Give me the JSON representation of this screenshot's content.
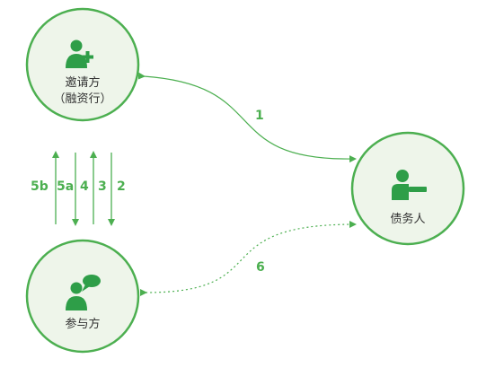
{
  "colors": {
    "node_fill": "#eef5ea",
    "node_stroke": "#4caf50",
    "icon": "#2e9e48",
    "edge": "#4caf50",
    "text": "#333333"
  },
  "nodes": {
    "inviter": {
      "line1": "邀请方",
      "line2": "（融资行）",
      "icon": "add-user-icon"
    },
    "debtor": {
      "label": "债务人",
      "icon": "debtor-presenting-icon"
    },
    "participant": {
      "label": "参与方",
      "icon": "speech-user-icon"
    }
  },
  "edges": {
    "e1": "1",
    "e6": "6",
    "e5b": "5b",
    "e5a": "5a",
    "e4": "4",
    "e3": "3",
    "e2": "2"
  }
}
